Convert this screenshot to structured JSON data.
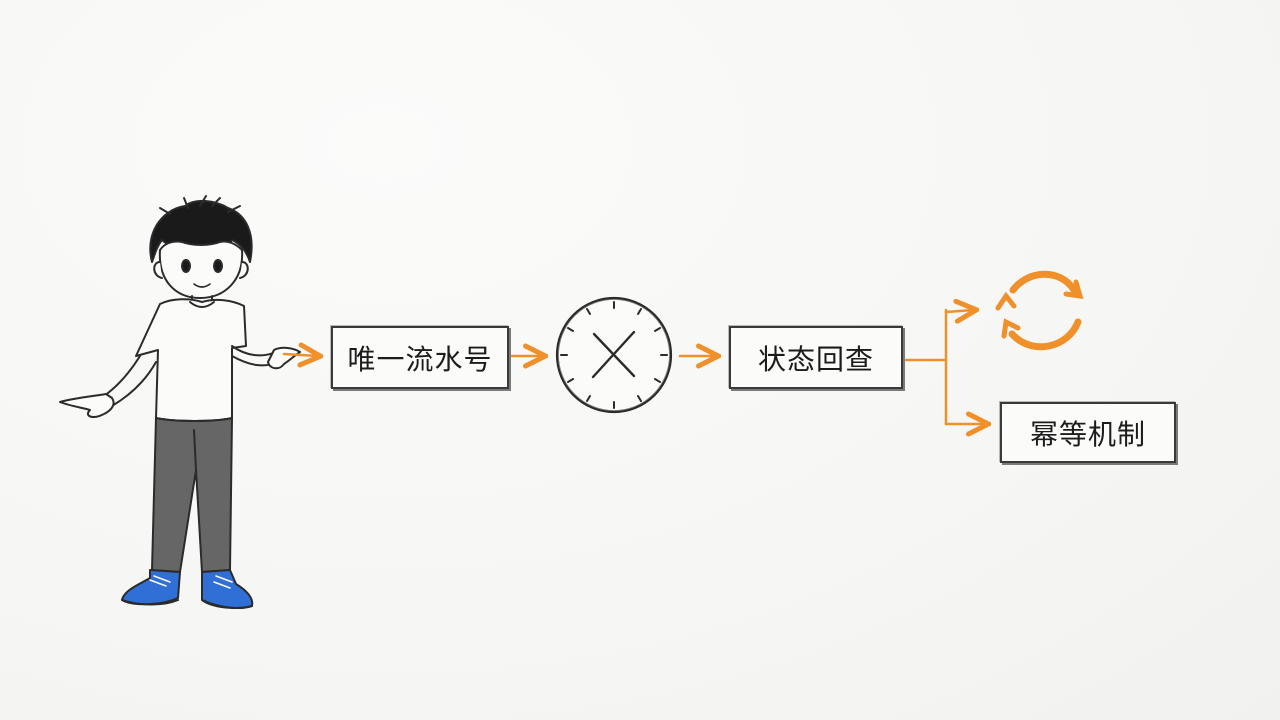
{
  "diagram": {
    "nodes": {
      "serial_number": "唯一流水号",
      "status_query": "状态回查",
      "idempotent_mechanism": "幂等机制"
    },
    "icons": {
      "timeout": "x-clock-icon",
      "retry": "circular-arrows-icon"
    },
    "colors": {
      "arrow": "#f0902a",
      "stroke": "#2b2b2b",
      "shoes": "#2f6fd6"
    }
  }
}
